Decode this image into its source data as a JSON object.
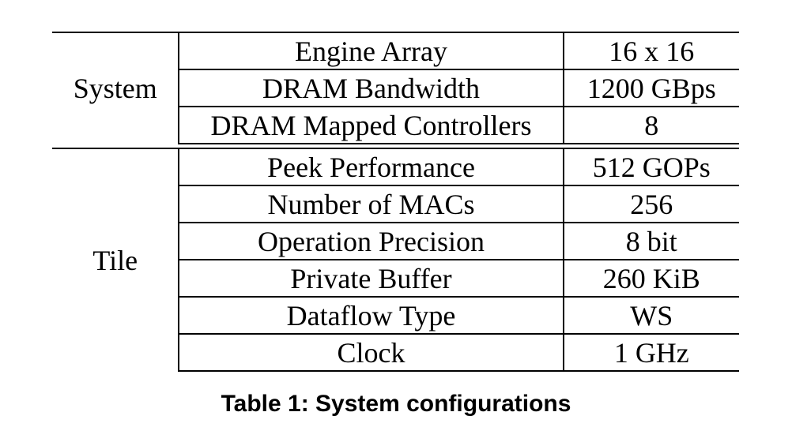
{
  "table": {
    "sections": [
      {
        "group": "System",
        "rows": [
          {
            "parameter": "Engine Array",
            "value": "16 x 16"
          },
          {
            "parameter": "DRAM Bandwidth",
            "value": "1200 GBps"
          },
          {
            "parameter": "DRAM Mapped Controllers",
            "value": "8"
          }
        ]
      },
      {
        "group": "Tile",
        "rows": [
          {
            "parameter": "Peek Performance",
            "value": "512 GOPs"
          },
          {
            "parameter": "Number of MACs",
            "value": "256"
          },
          {
            "parameter": "Operation Precision",
            "value": "8 bit"
          },
          {
            "parameter": "Private Buffer",
            "value": "260 KiB"
          },
          {
            "parameter": "Dataflow Type",
            "value": "WS"
          },
          {
            "parameter": "Clock",
            "value": "1 GHz"
          }
        ]
      }
    ]
  },
  "caption": "Table 1: System configurations"
}
